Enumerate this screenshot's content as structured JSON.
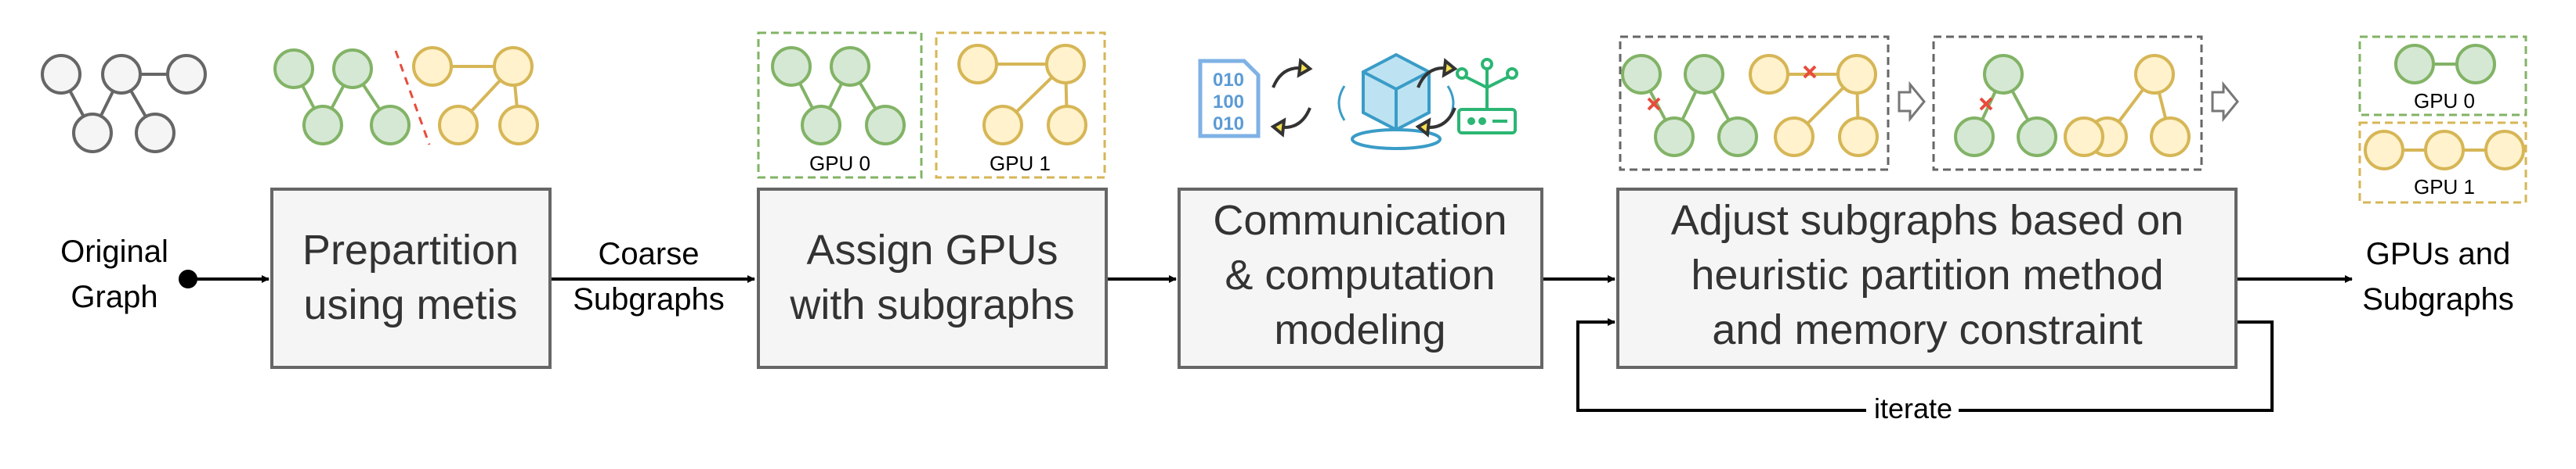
{
  "boxes": {
    "prepartition": [
      "Prepartition",
      "using metis"
    ],
    "assign": [
      "Assign GPUs",
      "with subgraphs"
    ],
    "modeling": [
      "Communication",
      "& computation",
      "modeling"
    ],
    "adjust": [
      "Adjust subgraphs based on",
      "heuristic partition method",
      "and memory constraint"
    ]
  },
  "labels": {
    "input": [
      "Original",
      "Graph"
    ],
    "coarse": [
      "Coarse",
      "Subgraphs"
    ],
    "output": [
      "GPUs and",
      "Subgraphs"
    ],
    "iterate": "iterate",
    "gpu0": "GPU 0",
    "gpu1": "GPU 1"
  },
  "icons": {
    "data": "binary-data-icon",
    "model": "model-cube-icon",
    "network": "network-router-icon",
    "exchange": "refresh-arrows-icon"
  },
  "colors": {
    "green_fill": "#d5e8d4",
    "green_stroke": "#82b366",
    "yellow_fill": "#fff2cc",
    "yellow_stroke": "#d6b656",
    "gray_fill": "#f5f5f5",
    "gray_stroke": "#666666",
    "box_fill": "#f5f5f5",
    "cut_red": "#e74c3c"
  }
}
